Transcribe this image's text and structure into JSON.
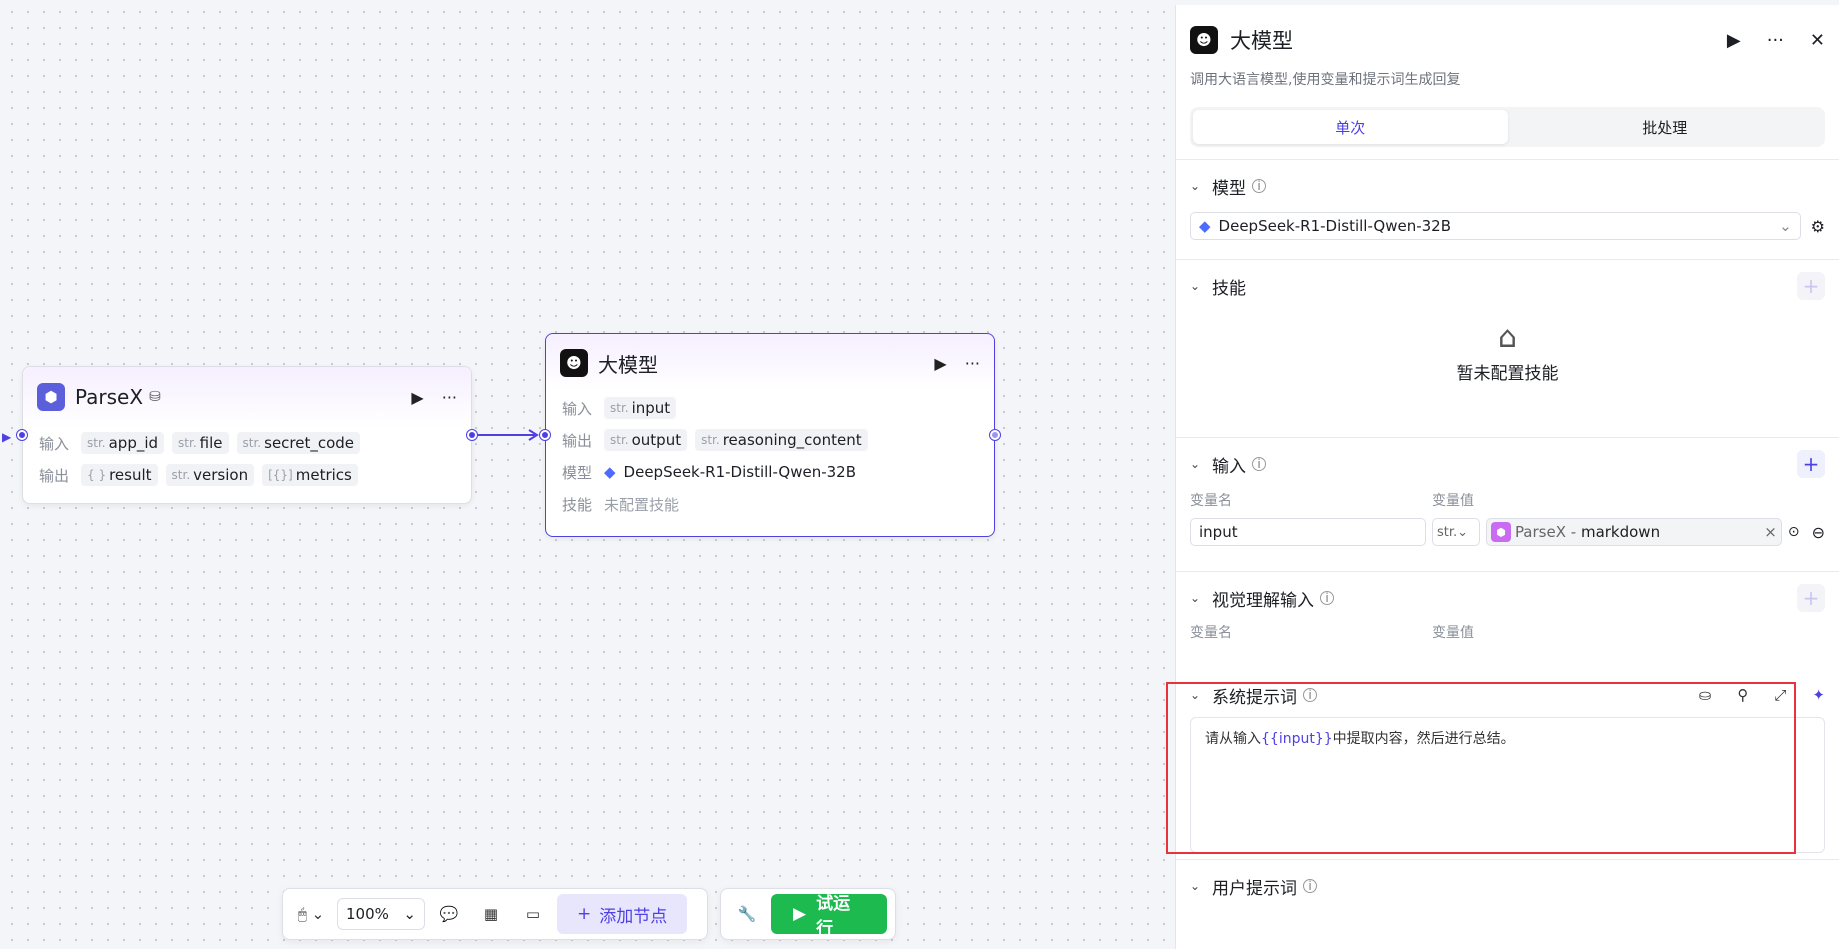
{
  "canvas": {
    "parsex_node": {
      "title": "ParseX",
      "input_label": "输入",
      "output_label": "输出",
      "inputs": [
        {
          "type": "str.",
          "name": "app_id"
        },
        {
          "type": "str.",
          "name": "file"
        },
        {
          "type": "str.",
          "name": "secret_code"
        }
      ],
      "outputs": [
        {
          "type": "{ }",
          "name": "result"
        },
        {
          "type": "str.",
          "name": "version"
        },
        {
          "type": "[{}]",
          "name": "metrics"
        }
      ]
    },
    "llm_node": {
      "title": "大模型",
      "input_label": "输入",
      "output_label": "输出",
      "model_label": "模型",
      "skill_label": "技能",
      "inputs": [
        {
          "type": "str.",
          "name": "input"
        }
      ],
      "outputs": [
        {
          "type": "str.",
          "name": "output"
        },
        {
          "type": "str.",
          "name": "reasoning_content"
        }
      ],
      "model": "DeepSeek-R1-Distill-Qwen-32B",
      "skill_value": "未配置技能"
    }
  },
  "toolbar": {
    "zoom": "100%",
    "add_node": "添加节点",
    "run": "试运行"
  },
  "panel": {
    "title": "大模型",
    "description": "调用大语言模型,使用变量和提示词生成回复",
    "tabs": [
      "单次",
      "批处理"
    ],
    "model_section": {
      "title": "模型",
      "selected": "DeepSeek-R1-Distill-Qwen-32B"
    },
    "skill_section": {
      "title": "技能",
      "empty_text": "暂未配置技能"
    },
    "input_section": {
      "title": "输入",
      "col_name": "变量名",
      "col_value": "变量值",
      "row_name": "input",
      "row_type": "str.",
      "row_ref_source": "ParseX",
      "row_ref_sep": " - ",
      "row_ref_field": "markdown"
    },
    "vision_section": {
      "title": "视觉理解输入",
      "col_name": "变量名",
      "col_value": "变量值"
    },
    "system_prompt": {
      "title": "系统提示词",
      "text_before": "请从输入",
      "variable": "{{input}}",
      "text_after": "中提取内容，然后进行总结。"
    },
    "user_prompt": {
      "title": "用户提示词"
    }
  },
  "colors": {
    "accent": "#4e40e5",
    "run_green": "#1dbb4f",
    "highlight_red": "#e8323c"
  }
}
